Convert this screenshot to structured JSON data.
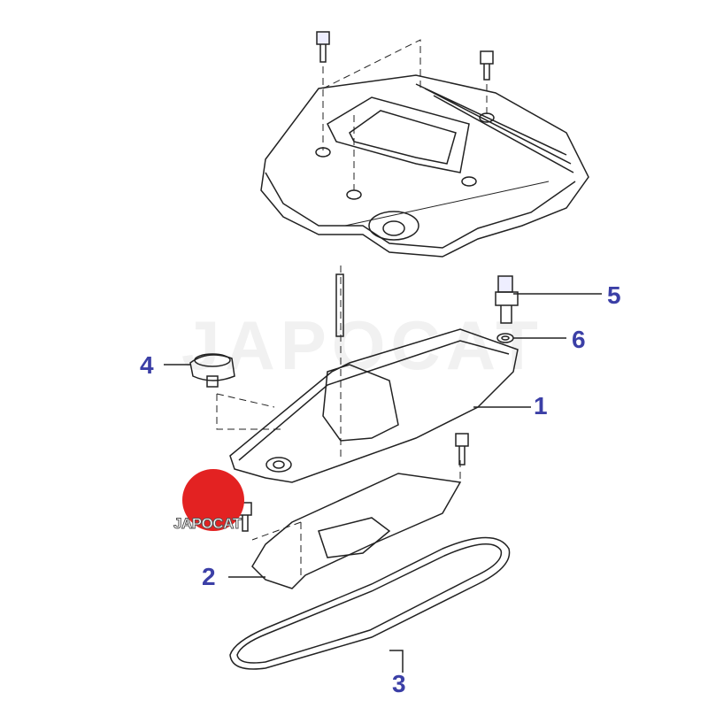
{
  "diagram": {
    "watermark": "JAPOCAT",
    "logo_text": "JAPOCAT",
    "callout_color": "#3b3fa6",
    "callouts": [
      {
        "label": "1",
        "part": "cylinder-head-cover"
      },
      {
        "label": "2",
        "part": "gasket"
      },
      {
        "label": "3",
        "part": "cover-gasket"
      },
      {
        "label": "4",
        "part": "oil-filler-cap"
      },
      {
        "label": "5",
        "part": "bolt"
      },
      {
        "label": "6",
        "part": "washer"
      }
    ]
  }
}
